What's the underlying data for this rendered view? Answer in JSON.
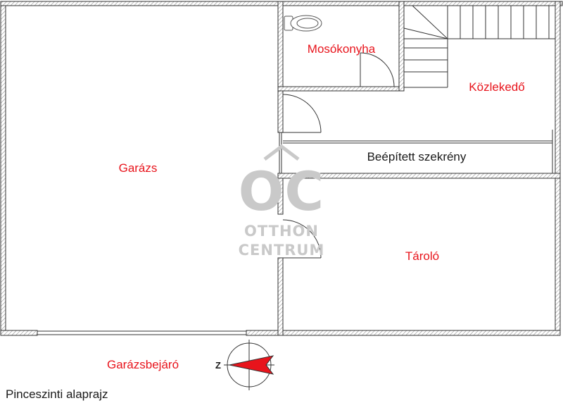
{
  "rooms": {
    "garage": "Garázs",
    "laundry": "Mosókonyha",
    "corridor": "Közlekedő",
    "wardrobe": "Beépített szekrény",
    "storage": "Tároló"
  },
  "garage_entrance": "Garázsbejáró",
  "caption": "Pinceszinti alaprajz",
  "watermark": {
    "logo": "OC",
    "line1": "OTTHON",
    "line2": "CENTRUM"
  },
  "compass": {
    "north_letter": "Z"
  },
  "colors": {
    "label_red": "#e8141c",
    "wall_hatch": "#8a8a8a",
    "watermark": "#c9c9c9",
    "arrow": "#e8141c"
  }
}
